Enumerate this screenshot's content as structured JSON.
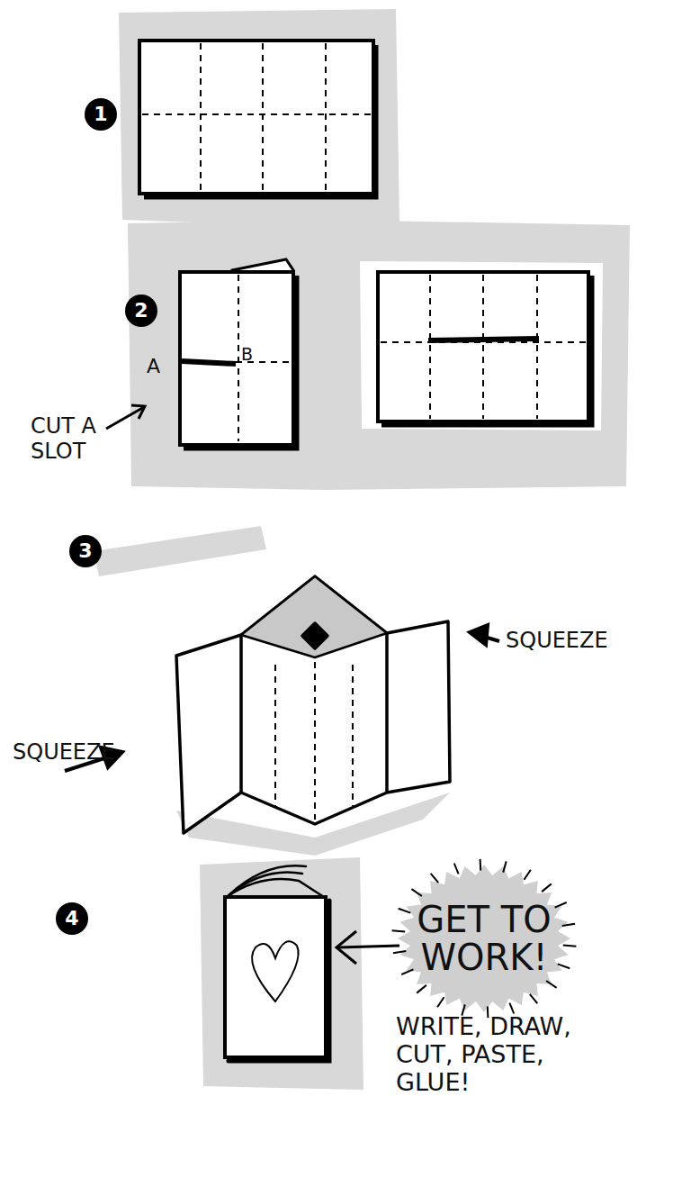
{
  "diagram": {
    "nodes": [
      {
        "text": [
          "1"
        ]
      },
      {
        "text": [
          "2"
        ]
      },
      {
        "text": [
          "3"
        ]
      },
      {
        "text": [
          "4"
        ]
      },
      {
        "text": [
          "GET TO WORK!"
        ]
      }
    ],
    "labels": [
      "A",
      "B",
      "CUT A SLOT",
      "SQUEEZE",
      "SQUEEZE",
      "WRITE, DRAW, CUT, PASTE, GLUE!"
    ]
  }
}
